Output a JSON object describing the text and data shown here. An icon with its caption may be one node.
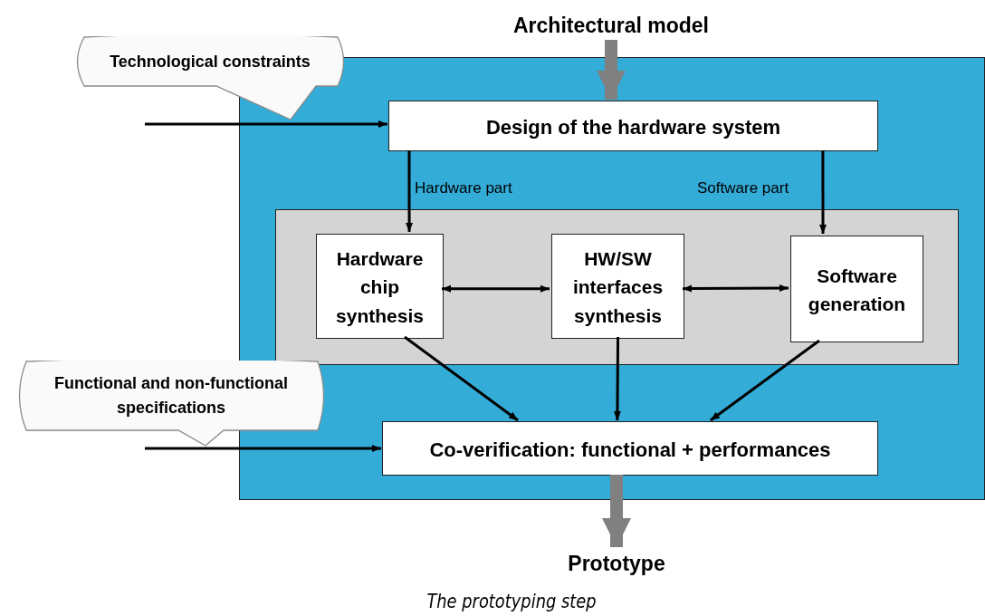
{
  "diagram": {
    "caption": "The prototyping step",
    "nodes": [
      {
        "text": [],
        "shape": "box"
      },
      {
        "text": [
          "Technological constraints"
        ]
      },
      {
        "text": [
          "Architectural model"
        ]
      },
      {
        "text": [
          "Design of the hardware system"
        ],
        "in": 0
      },
      {
        "text": [],
        "shape": "box",
        "in": 0
      },
      {
        "text": [
          "Hardware chip synthesis"
        ],
        "in": 4
      },
      {
        "text": [
          "HW/SW interfaces synthesis"
        ],
        "in": 4
      },
      {
        "text": [
          "Software generation"
        ],
        "in": 4
      },
      {
        "text": [
          "Functional and non-functional specifications"
        ]
      },
      {
        "text": [
          "Co-verification: functional + performances"
        ],
        "in": 0
      },
      {
        "text": [
          "Prototype"
        ]
      }
    ],
    "edges": [
      {
        "from": null,
        "to": 3,
        "arrow": "to"
      },
      {
        "from": 2,
        "to": 3,
        "arrow": "to",
        "style": "thick",
        "color": "#808080"
      },
      {
        "from": 3,
        "to": 5,
        "arrow": "to",
        "label": "Hardware part"
      },
      {
        "from": 3,
        "to": 7,
        "arrow": "to",
        "label": "Software part"
      },
      {
        "from": 5,
        "to": 6,
        "arrow": "both"
      },
      {
        "from": 6,
        "to": 7,
        "arrow": "both"
      },
      {
        "from": 5,
        "to": 9,
        "arrow": "to"
      },
      {
        "from": 6,
        "to": 9,
        "arrow": "to"
      },
      {
        "from": 7,
        "to": 9,
        "arrow": "to"
      },
      {
        "from": null,
        "to": 9,
        "arrow": "to"
      },
      {
        "from": 9,
        "to": 10,
        "arrow": "to",
        "style": "thick",
        "color": "#808080"
      }
    ]
  }
}
